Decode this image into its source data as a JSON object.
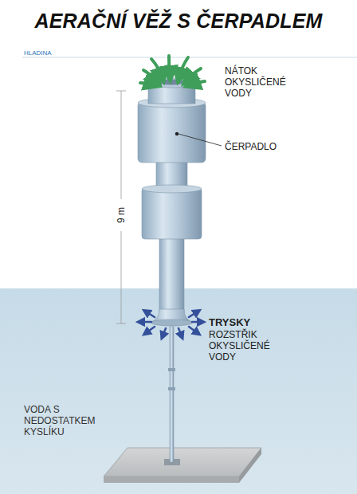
{
  "diagram": {
    "title": "AERAČNÍ VĚŽ S ČERPADLEM",
    "labels": [
      "HLADINA",
      "NÁTOK OKYSLIČENÉ VODY",
      "ČERPADLO",
      "9 m",
      "TRYSKY",
      "ROZSTŘIK OKYSLIČENÉ VODY",
      "VODA S NEDOSTATKEM KYSLÍKU"
    ]
  }
}
